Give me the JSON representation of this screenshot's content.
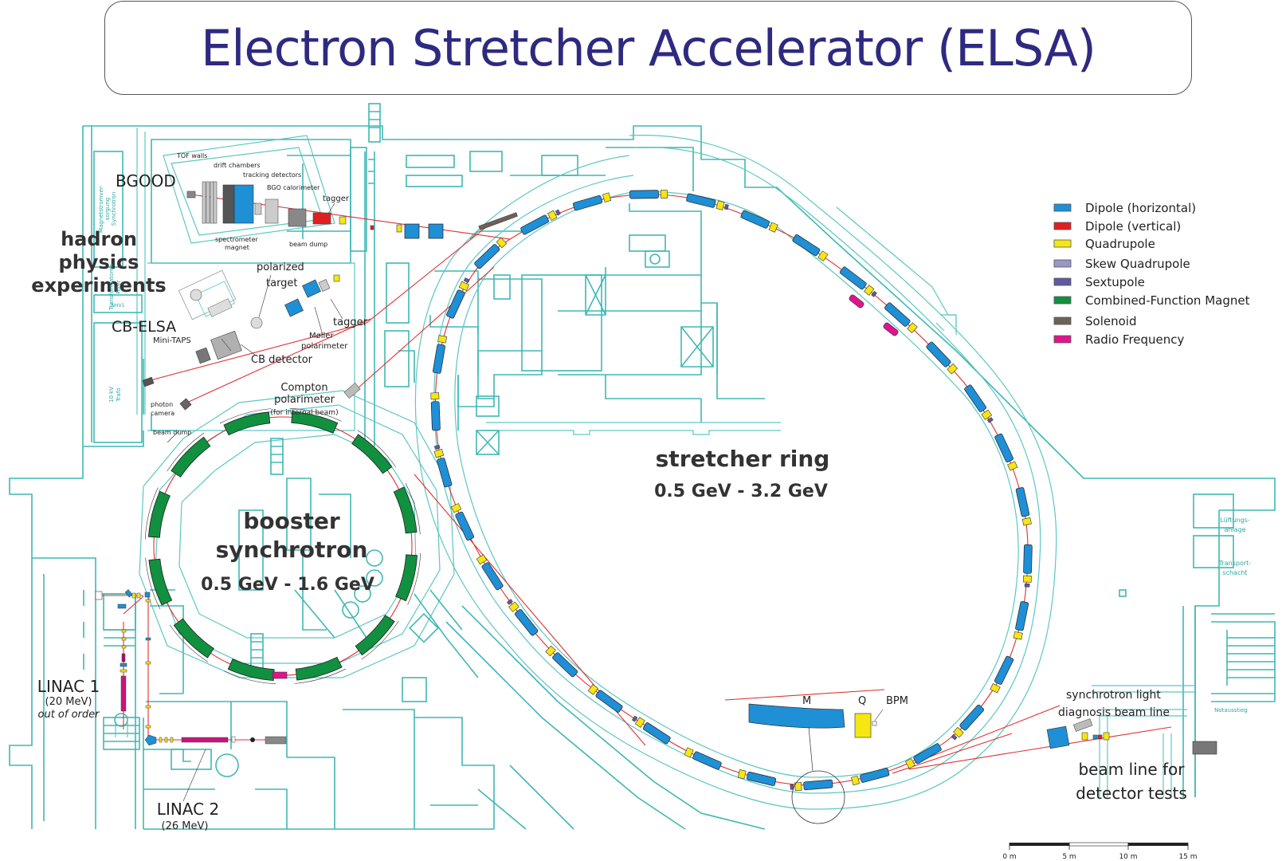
{
  "title": "Electron Stretcher Accelerator (ELSA)",
  "legend": {
    "items": [
      {
        "label": "Dipole (horizontal)",
        "color": "#1f8fd6"
      },
      {
        "label": "Dipole (vertical)",
        "color": "#e02020"
      },
      {
        "label": "Quadrupole",
        "color": "#f5e614"
      },
      {
        "label": "Skew Quadrupole",
        "color": "#9a96c8"
      },
      {
        "label": "Sextupole",
        "color": "#5e5aa0"
      },
      {
        "label": "Combined-Function Magnet",
        "color": "#119040"
      },
      {
        "label": "Solenoid",
        "color": "#6e6258"
      },
      {
        "label": "Radio Frequency",
        "color": "#e0148c"
      }
    ]
  },
  "labels": {
    "bgood": "BGOOD",
    "hadron1": "hadron",
    "hadron2": "physics",
    "hadron3": "experiments",
    "tof_walls": "TOF walls",
    "drift_chambers": "drift chambers",
    "tracking_detectors": "tracking detectors",
    "bgo_calorimeter": "BGO calorimeter",
    "tagger_top": "tagger",
    "spectrometer1": "spectrometer",
    "spectrometer2": "magnet",
    "beam_dump_top": "beam dump",
    "polarized1": "polarized",
    "polarized2": "target",
    "tagger_mid": "tagger",
    "moller1": "Møller",
    "moller2": "polarimeter",
    "cb_elsa": "CB-ELSA",
    "mini_taps": "Mini-TAPS",
    "cb_detector": "CB detector",
    "compton1": "Compton",
    "compton2": "polarimeter",
    "compton3": "(for internal beam)",
    "photon1": "photon",
    "photon2": "camera",
    "beam_dump_left": "beam dump",
    "stretcher1": "stretcher ring",
    "stretcher2": "0.5 GeV - 3.2 GeV",
    "booster1": "booster",
    "booster2": "synchrotron",
    "booster3": "0.5 GeV - 1.6 GeV",
    "linac1_a": "LINAC 1",
    "linac1_b": "(20 MeV)",
    "linac1_c": "out of order",
    "linac2_a": "LINAC 2",
    "linac2_b": "(26 MeV)",
    "detail_m": "M",
    "detail_q": "Q",
    "detail_bpm": "BPM",
    "sync1": "synchrotron light",
    "sync2": "diagnosis beam line",
    "beamline1": "beam line for",
    "beamline2": "detector tests",
    "lueftung1": "Lüftungs-",
    "lueftung2": "anlage",
    "transport1": "Transport-",
    "transport2": "schacht",
    "notausstieg": "Notausstieg",
    "magnet_supply1": "Magnetstromver-",
    "magnet_supply2": "sorgung",
    "magnet_supply3": "Synchrotron",
    "transformer1": "Transformatoren",
    "transformer2": "Filter",
    "nhv": "NHV1",
    "trafo1": "10 kV",
    "trafo2": "Trafo"
  },
  "scale_bar": {
    "ticks": [
      "0 m",
      "5 m",
      "10 m",
      "15 m"
    ]
  }
}
